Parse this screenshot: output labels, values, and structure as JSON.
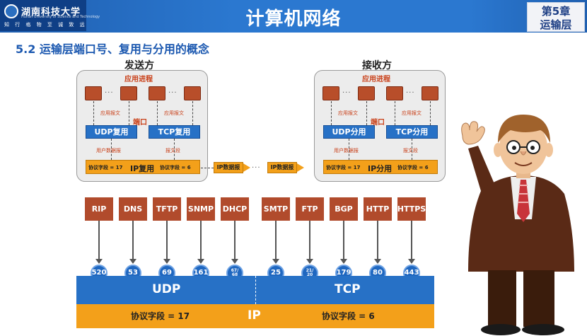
{
  "header": {
    "title": "计算机网络",
    "chapter": "第5章",
    "chapter_title": "运输层",
    "logo_name": "湖南科技大学",
    "logo_sub": "Hunan University of Science and Technology",
    "logo_motto": "知 行 格 物  至 诚 致 远"
  },
  "section_title": "5.2 运输层端口号、复用与分用的概念",
  "diagram": {
    "sender_caption": "发送方",
    "receiver_caption": "接收方",
    "app_process": "应用进程",
    "dots": "···",
    "app_message": "应用报文",
    "port": "端口",
    "udp_mux": "UDP复用",
    "tcp_mux": "TCP复用",
    "udp_demux": "UDP分用",
    "tcp_demux": "TCP分用",
    "user_datagram": "用户数据报",
    "segment": "报文段",
    "proto17": "协议字段 = 17",
    "proto6": "协议字段 = 6",
    "ip_mux": "IP复用",
    "ip_demux": "IP分用",
    "ip_datagram": "IP数据报"
  },
  "apps": [
    {
      "name": "RIP",
      "port": "520"
    },
    {
      "name": "DNS",
      "port": "53"
    },
    {
      "name": "TFTP",
      "port": "69"
    },
    {
      "name": "SNMP",
      "port": "161"
    },
    {
      "name": "DHCP",
      "port": "67/68"
    },
    {
      "name": "SMTP",
      "port": "25"
    },
    {
      "name": "FTP",
      "port": "21/20"
    },
    {
      "name": "BGP",
      "port": "179"
    },
    {
      "name": "HTTP",
      "port": "80"
    },
    {
      "name": "HTTPS",
      "port": "443"
    }
  ],
  "stack": {
    "udp": "UDP",
    "tcp": "TCP",
    "ip": "IP",
    "proto17": "协议字段 = 17",
    "proto6": "协议字段 = 6"
  },
  "colors": {
    "blue": "#2771c6",
    "orange": "#f3a01a",
    "app_red": "#b14b2c"
  }
}
